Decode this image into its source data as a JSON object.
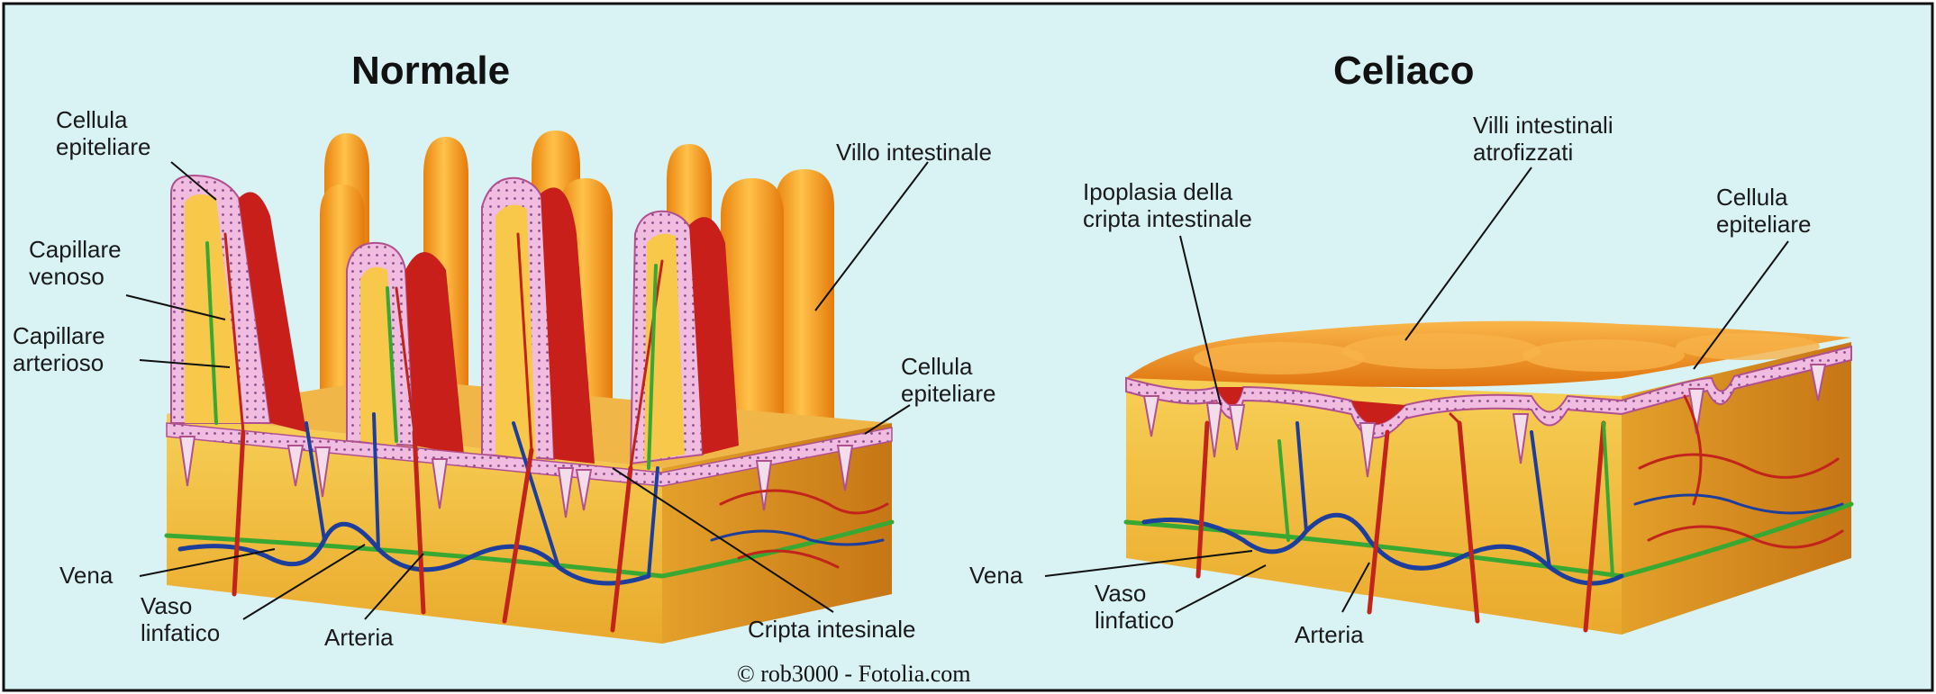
{
  "normal": {
    "title": "Normale",
    "labels": {
      "cellula_epiteliare_top": "Cellula\nepiteliare",
      "capillare_venoso": "Capillare\nvenoso",
      "capillare_arterioso": "Capillare\narterioso",
      "villo_intestinale": "Villo intestinale",
      "cellula_epiteliare_right": "Cellula\nepiteliare",
      "vena": "Vena",
      "vaso_linfatico": "Vaso\nlinfatico",
      "arteria": "Arteria",
      "cripta": "Cripta intesinale"
    }
  },
  "celiac": {
    "title": "Celiaco",
    "labels": {
      "ipoplasia": "Ipoplasia della\ncripta intestinale",
      "villi_atrofizzati": "Villi intestinali\natrofizzati",
      "cellula_epiteliare": "Cellula\nepiteliare",
      "vena": "Vena",
      "vaso_linfatico": "Vaso\nlinfatico",
      "arteria": "Arteria"
    }
  },
  "credit": "© rob3000 - Fotolia.com",
  "colors": {
    "background": "#d9f2f4",
    "villus": "#f3a21a",
    "villus_dark": "#c9241b",
    "epithelium": "#eeb5dd",
    "tissue": "#f2c23e",
    "tissue_side": "#d98b1f",
    "vein": "#1e3e9b",
    "artery": "#c2241c",
    "lymph": "#39a832"
  }
}
